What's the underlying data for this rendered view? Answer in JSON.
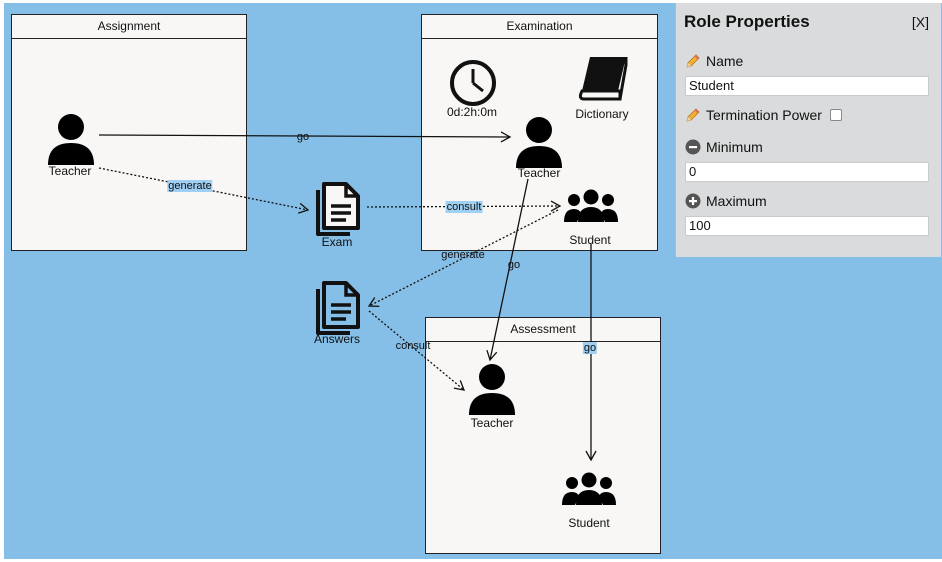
{
  "scenes": {
    "assignment": "Assignment",
    "examination": "Examination",
    "assessment": "Assessment"
  },
  "roles": {
    "assignment_teacher": "Teacher",
    "examination_teacher": "Teacher",
    "examination_student": "Student",
    "assessment_teacher": "Teacher",
    "assessment_student": "Student"
  },
  "resources": {
    "exam": "Exam",
    "answers": "Answers",
    "dictionary": "Dictionary"
  },
  "timer": {
    "value": "0d:2h:0m"
  },
  "edges": {
    "go_1": "go",
    "generate_1": "generate",
    "consult_1": "consult",
    "generate_2": "generate",
    "go_2": "go",
    "consult_2": "consult",
    "go_3": "go"
  },
  "panel": {
    "title": "Role Properties",
    "close": "[X]",
    "name_label": "Name",
    "name_value": "Student",
    "termination_label": "Termination Power",
    "minimum_label": "Minimum",
    "minimum_value": "0",
    "maximum_label": "Maximum",
    "maximum_value": "100"
  },
  "colors": {
    "canvas": "#85bfe7",
    "scene_bg": "#f8f7f5",
    "panel_bg": "#d9dbdc",
    "label_highlight": "#9fd0f3"
  }
}
